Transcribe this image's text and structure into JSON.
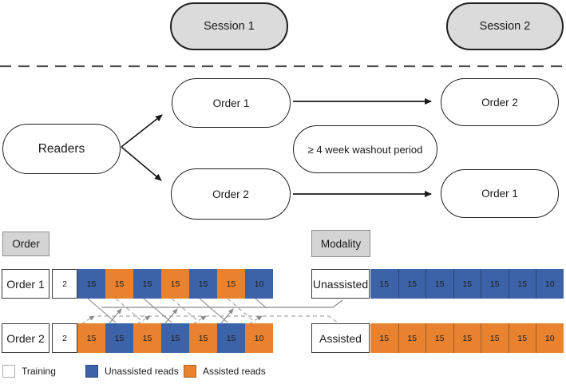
{
  "colors": {
    "unassisted": "#3c63a8",
    "assisted": "#e8822f",
    "training": "#ffffff",
    "stadium_fill": "#dbdbdb",
    "section_label_fill": "#d4d4d4"
  },
  "flow": {
    "session1": "Session 1",
    "session2": "Session 2",
    "readers": "Readers",
    "session1_order1": "Order 1",
    "session1_order2": "Order 2",
    "session2_order2": "Order 2",
    "session2_order1": "Order 1",
    "washout": "≥ 4 week washout period"
  },
  "order_section": {
    "title": "Order",
    "rows": [
      {
        "label": "Order 1",
        "blocks": [
          {
            "v": "2",
            "t": "training"
          },
          {
            "v": "15",
            "t": "unassisted"
          },
          {
            "v": "15",
            "t": "assisted"
          },
          {
            "v": "15",
            "t": "unassisted"
          },
          {
            "v": "15",
            "t": "assisted"
          },
          {
            "v": "15",
            "t": "unassisted"
          },
          {
            "v": "15",
            "t": "assisted"
          },
          {
            "v": "10",
            "t": "unassisted"
          }
        ]
      },
      {
        "label": "Order 2",
        "blocks": [
          {
            "v": "2",
            "t": "training"
          },
          {
            "v": "15",
            "t": "assisted"
          },
          {
            "v": "15",
            "t": "unassisted"
          },
          {
            "v": "15",
            "t": "assisted"
          },
          {
            "v": "15",
            "t": "unassisted"
          },
          {
            "v": "15",
            "t": "assisted"
          },
          {
            "v": "15",
            "t": "unassisted"
          },
          {
            "v": "10",
            "t": "assisted"
          }
        ]
      }
    ]
  },
  "modality_section": {
    "title": "Modality",
    "rows": [
      {
        "label": "Unassisted",
        "blocks": [
          {
            "v": "15",
            "t": "unassisted"
          },
          {
            "v": "15",
            "t": "unassisted"
          },
          {
            "v": "15",
            "t": "unassisted"
          },
          {
            "v": "15",
            "t": "unassisted"
          },
          {
            "v": "15",
            "t": "unassisted"
          },
          {
            "v": "15",
            "t": "unassisted"
          },
          {
            "v": "10",
            "t": "unassisted"
          }
        ]
      },
      {
        "label": "Assisted",
        "blocks": [
          {
            "v": "15",
            "t": "assisted"
          },
          {
            "v": "15",
            "t": "assisted"
          },
          {
            "v": "15",
            "t": "assisted"
          },
          {
            "v": "15",
            "t": "assisted"
          },
          {
            "v": "15",
            "t": "assisted"
          },
          {
            "v": "15",
            "t": "assisted"
          },
          {
            "v": "10",
            "t": "assisted"
          }
        ]
      }
    ]
  },
  "legend": [
    {
      "label": "Training",
      "t": "training"
    },
    {
      "label": "Unassisted reads",
      "t": "unassisted"
    },
    {
      "label": "Assisted reads",
      "t": "assisted"
    }
  ]
}
